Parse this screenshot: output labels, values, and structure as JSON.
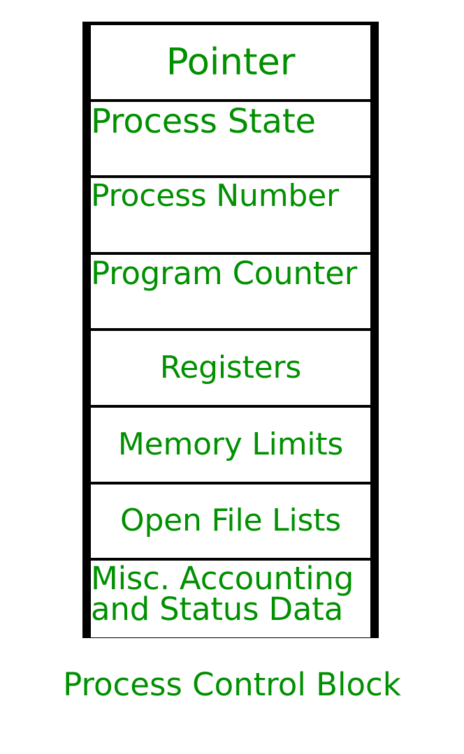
{
  "diagram": {
    "type": "block-table",
    "title": "Process Control Block",
    "accent_color": "#009000",
    "border_color": "#000000",
    "background_color": "#ffffff",
    "rows": [
      {
        "label": "Pointer",
        "align": "center"
      },
      {
        "label": "Process State",
        "align": "left"
      },
      {
        "label": "Process Number",
        "align": "left"
      },
      {
        "label": "Program Counter",
        "align": "left"
      },
      {
        "label": "Registers",
        "align": "center"
      },
      {
        "label": "Memory Limits",
        "align": "center"
      },
      {
        "label": "Open File Lists",
        "align": "center"
      },
      {
        "label": "Misc. Accounting and Status Data",
        "align": "left",
        "line1": "Misc. Accounting",
        "line2": "and Status Data"
      }
    ]
  },
  "caption": {
    "text": "Process Control Block"
  }
}
